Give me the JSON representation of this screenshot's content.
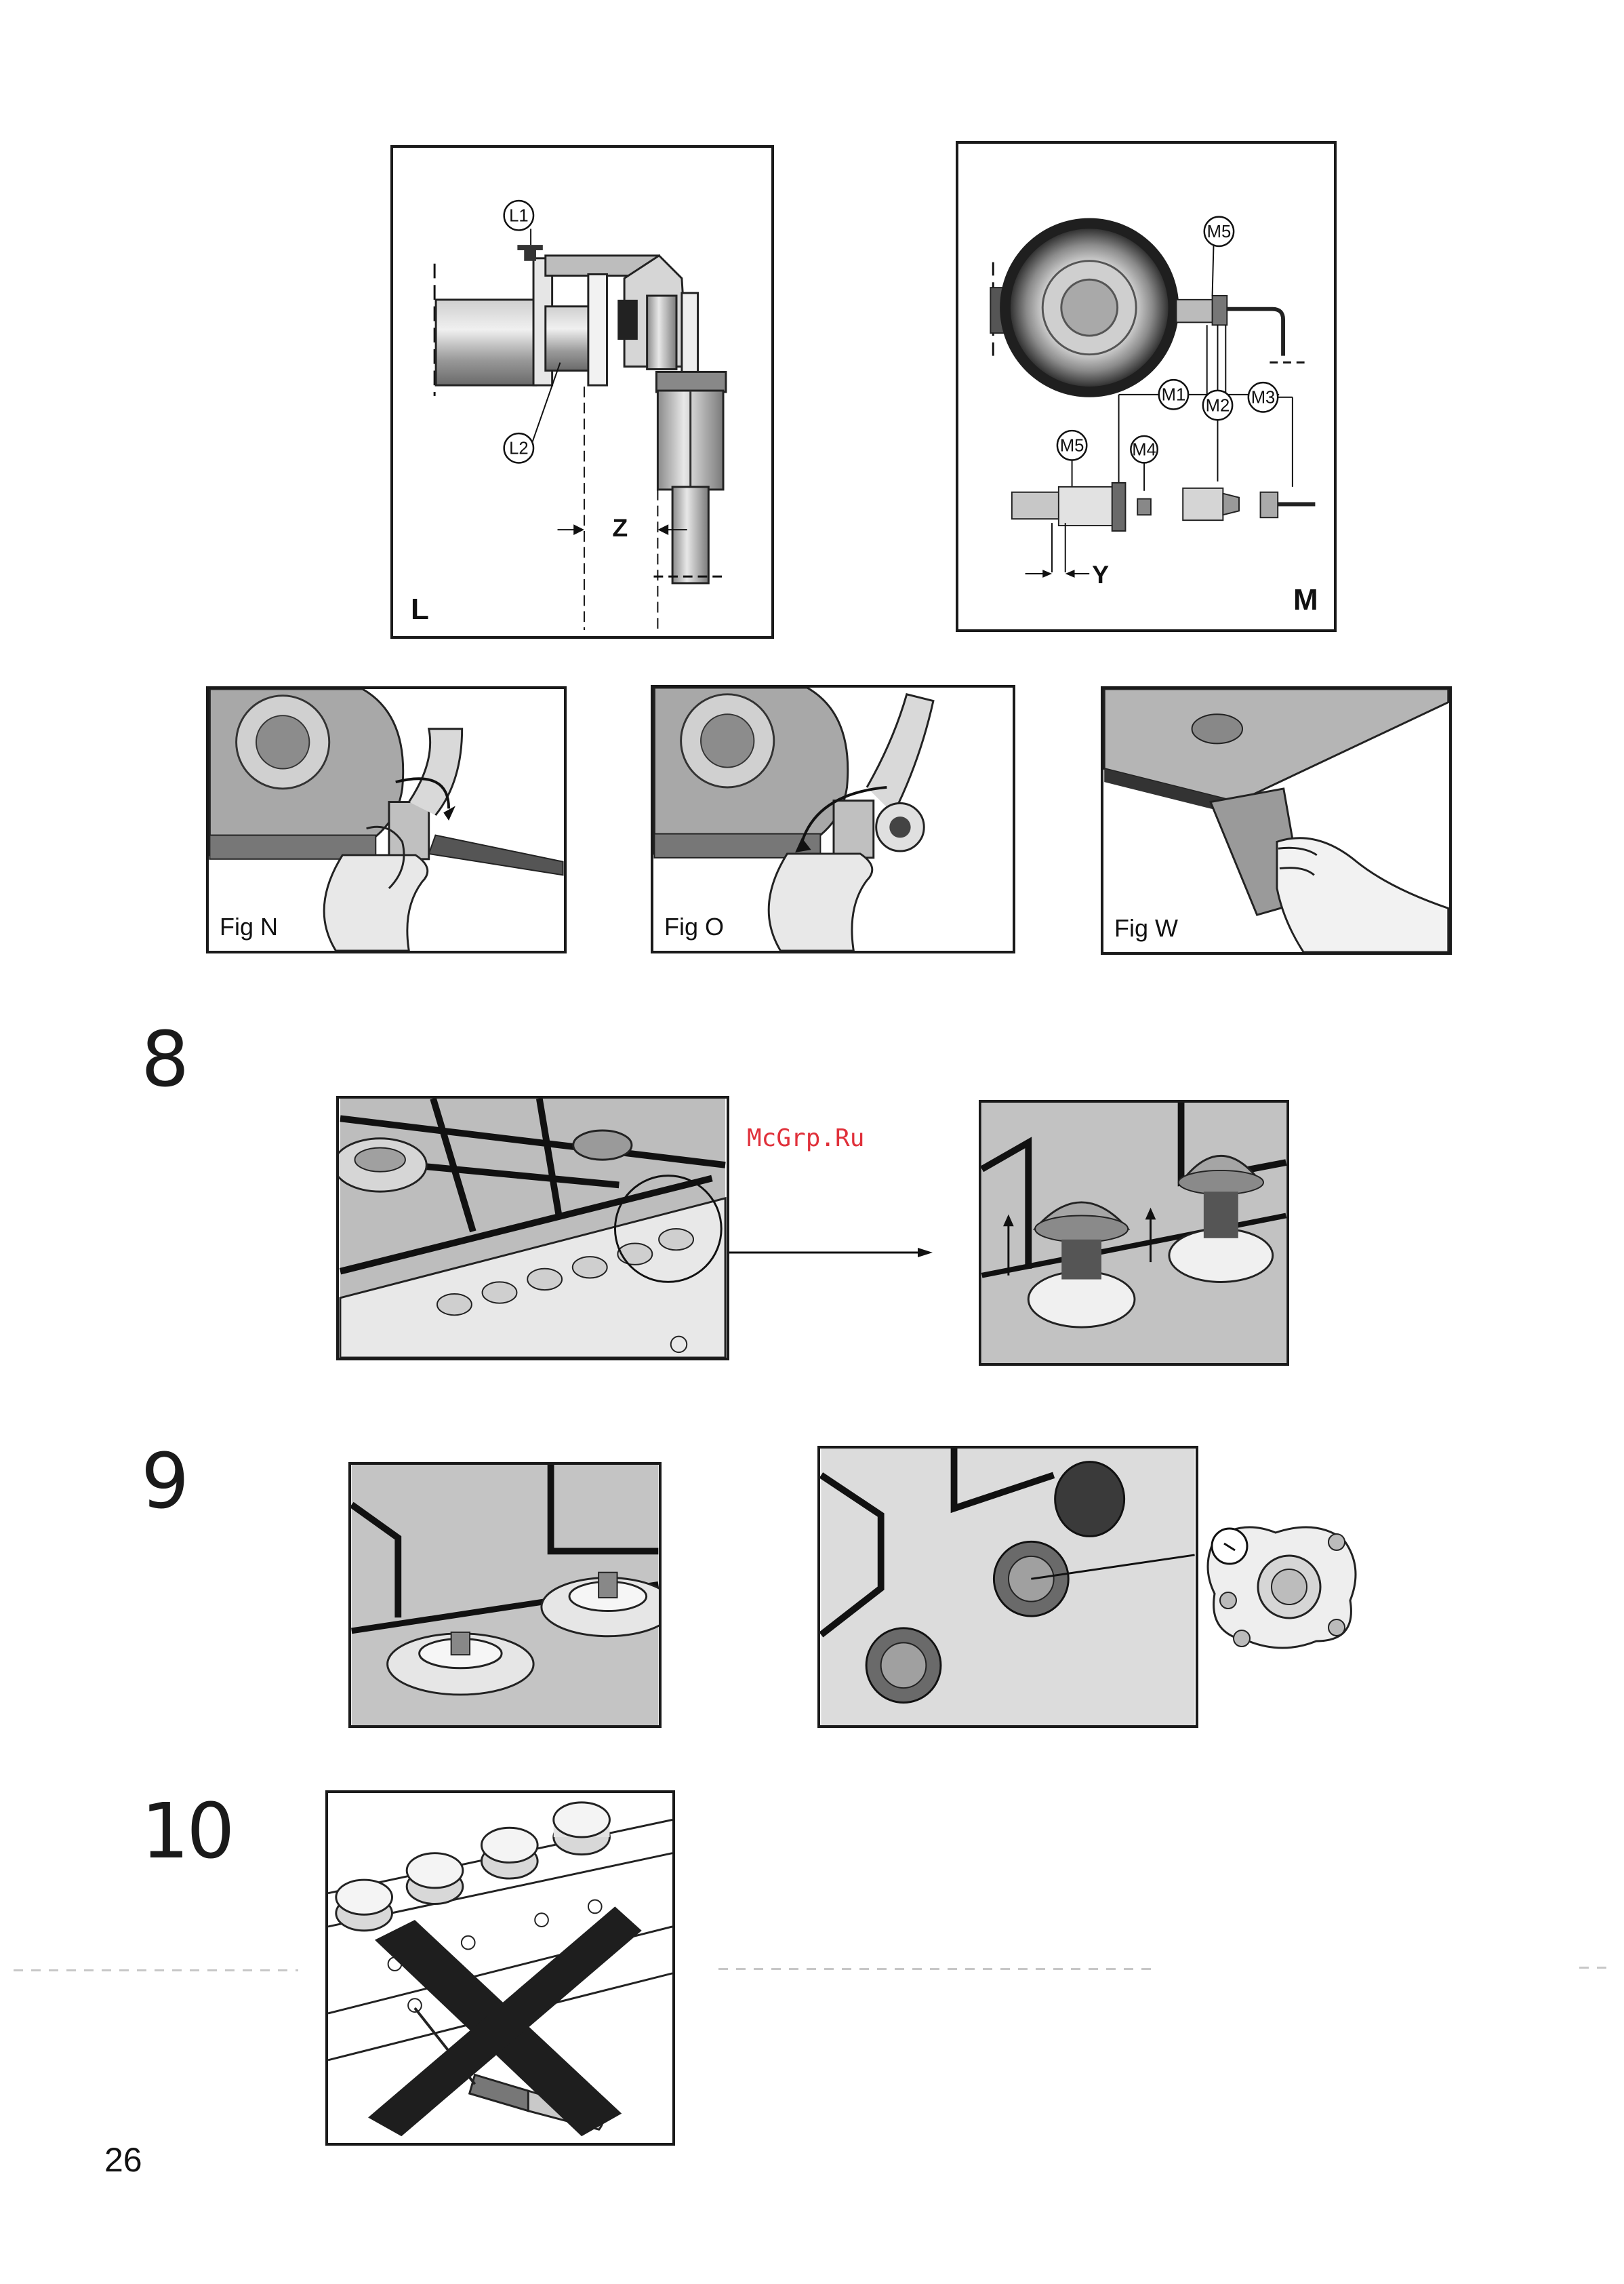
{
  "figures": {
    "L": {
      "letter": "L",
      "callouts": [
        "L1",
        "L2"
      ],
      "dimension": "Z"
    },
    "M": {
      "letter": "M",
      "callouts": [
        "M5",
        "M1",
        "M2",
        "M3",
        "M5",
        "M4"
      ],
      "dimension": "Y"
    },
    "N": {
      "caption": "Fig N"
    },
    "O": {
      "caption": "Fig O"
    },
    "W": {
      "caption": "Fig W"
    }
  },
  "steps": {
    "s8": "8",
    "s9": "9",
    "s10": "10"
  },
  "watermark": "McGrp.Ru",
  "page_number": "26",
  "colors": {
    "ink": "#1a1a1a",
    "shade": "#9a9a9a",
    "watermark": "#e0303a"
  }
}
